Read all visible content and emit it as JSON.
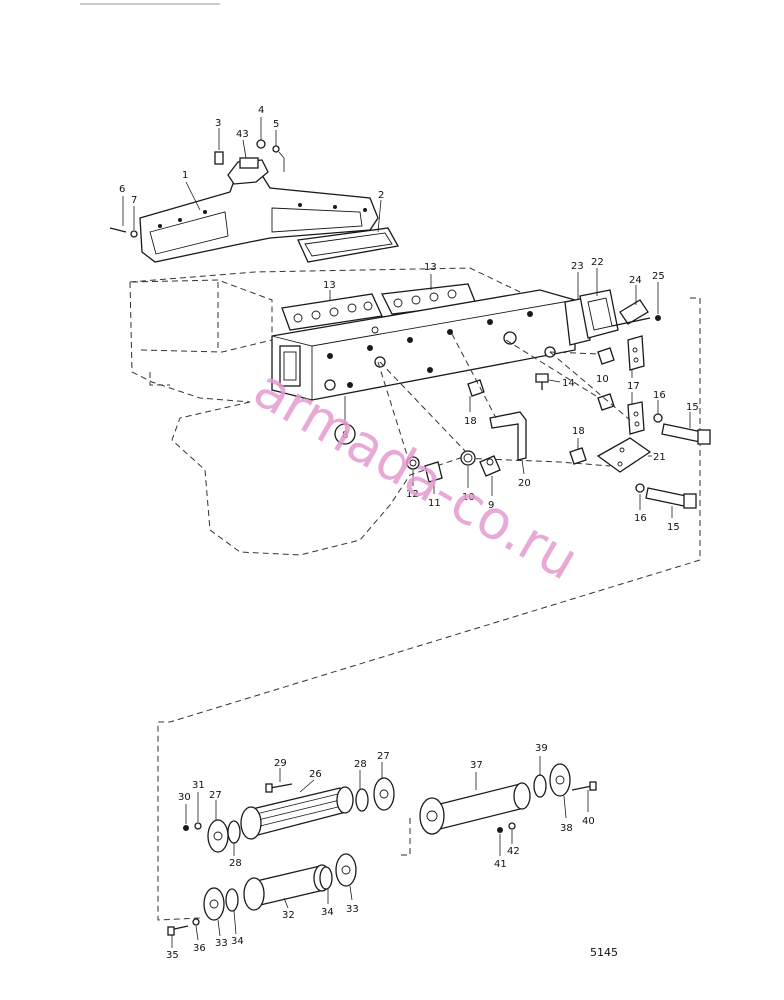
{
  "labels": {
    "l1": "1",
    "l2": "2",
    "l3": "3",
    "l4": "4",
    "l5": "5",
    "l6": "6",
    "l7": "7",
    "l8": "8",
    "l9": "9",
    "l10a": "10",
    "l10b": "10",
    "l11": "11",
    "l12": "12",
    "l13a": "13",
    "l13b": "13",
    "l14": "14",
    "l15a": "15",
    "l15b": "15",
    "l16a": "16",
    "l16b": "16",
    "l17": "17",
    "l18a": "18",
    "l18b": "18",
    "l20": "20",
    "l21": "21",
    "l22": "22",
    "l23": "23",
    "l24": "24",
    "l25": "25",
    "l43": "43",
    "l26": "26",
    "l27a": "27",
    "l27b": "27",
    "l28a": "28",
    "l28b": "28",
    "l29": "29",
    "l30": "30",
    "l31": "31",
    "l32": "32",
    "l33a": "33",
    "l33b": "33",
    "l34a": "34",
    "l34b": "34",
    "l35": "35",
    "l36": "36",
    "l37": "37",
    "l38": "38",
    "l39": "39",
    "l40": "40",
    "l41": "41",
    "l42": "42"
  },
  "watermark": "armada-co.ru",
  "document_number": "5145"
}
